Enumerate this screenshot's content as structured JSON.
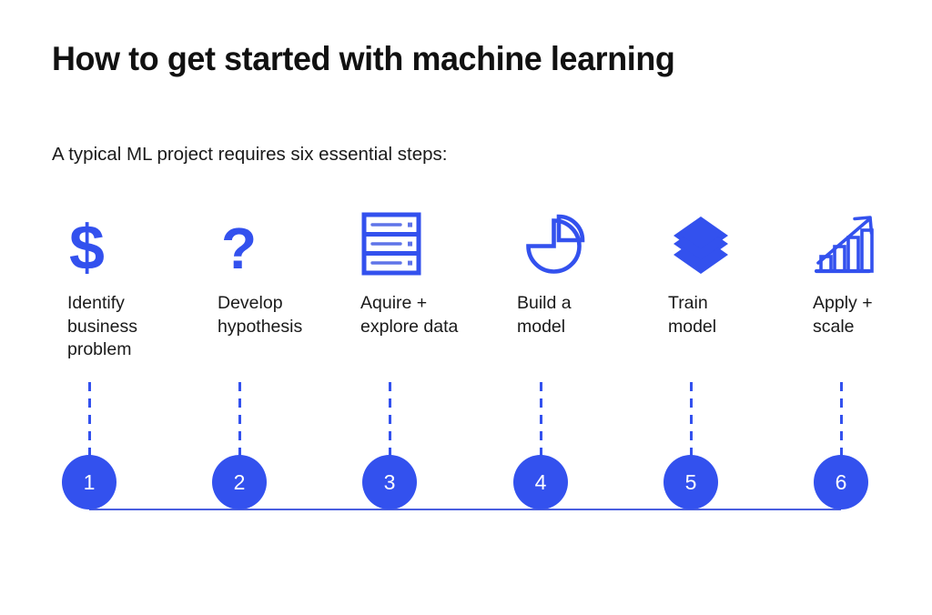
{
  "header": {
    "title": "How to get started with machine learning",
    "subtitle": "A typical ML project requires six essential steps:"
  },
  "theme": {
    "background": "#ffffff",
    "accent_blue": "#3351ee",
    "connector_blue": "#4a5fe0",
    "text_dark": "#1a1a1a"
  },
  "steps": [
    {
      "number": "1",
      "label": "Identify\nbusiness\nproblem",
      "icon": "dollar-sign-icon",
      "glyph": "$"
    },
    {
      "number": "2",
      "label": "Develop\nhypothesis",
      "icon": "question-mark-icon",
      "glyph": "?"
    },
    {
      "number": "3",
      "label": "Aquire +\nexplore data",
      "icon": "server-rack-icon",
      "glyph": ""
    },
    {
      "number": "4",
      "label": "Build a\nmodel",
      "icon": "pie-chart-icon",
      "glyph": ""
    },
    {
      "number": "5",
      "label": "Train\nmodel",
      "icon": "layers-stack-icon",
      "glyph": ""
    },
    {
      "number": "6",
      "label": "Apply +\nscale",
      "icon": "growth-bar-chart-icon",
      "glyph": ""
    }
  ]
}
